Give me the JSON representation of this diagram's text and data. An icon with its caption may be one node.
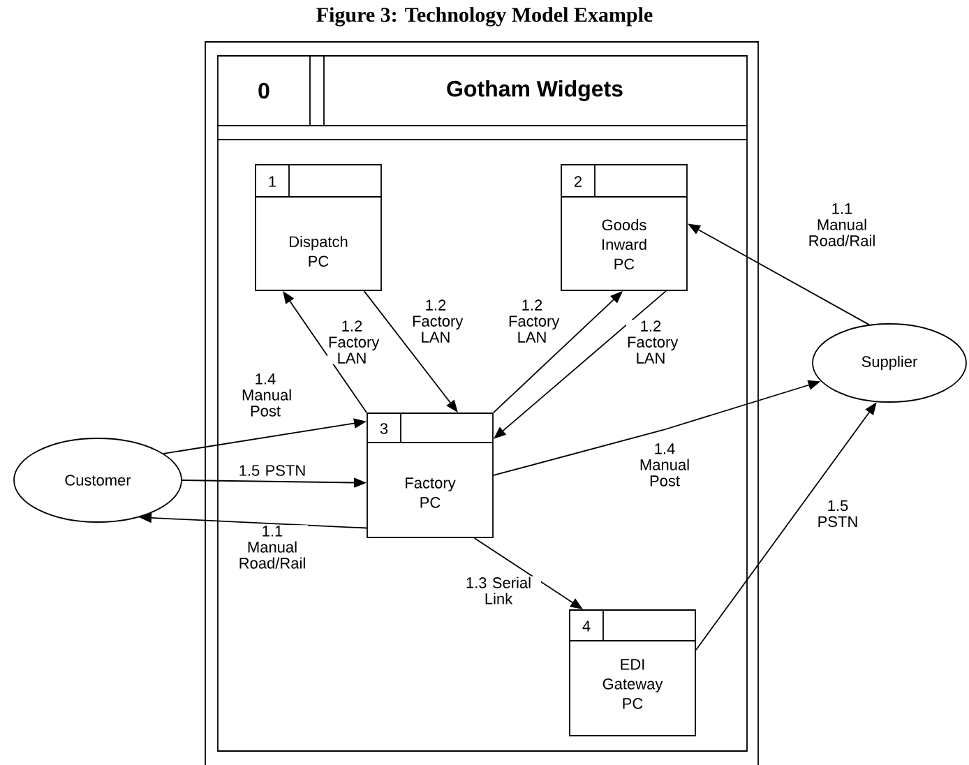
{
  "diagram": {
    "title": "Figure 3: Technology Model Example",
    "nodes": [
      {
        "text": [
          "0",
          "Gotham Widgets"
        ]
      },
      {
        "text": [
          "1",
          "Dispatch PC"
        ],
        "in": 0
      },
      {
        "text": [
          "2",
          "Goods Inward PC"
        ],
        "in": 0
      },
      {
        "text": [
          "3",
          "Factory PC"
        ],
        "in": 0
      },
      {
        "text": [
          "4",
          "EDI Gateway PC"
        ],
        "in": 0
      },
      {
        "text": [
          "Customer"
        ]
      },
      {
        "text": [
          "Supplier"
        ]
      }
    ],
    "edges": [
      {
        "from": 3,
        "to": 1,
        "arrow": "to",
        "label": "1.2 Factory LAN"
      },
      {
        "from": 1,
        "to": 3,
        "arrow": "to",
        "label": "1.2 Factory LAN"
      },
      {
        "from": 3,
        "to": 2,
        "arrow": "to",
        "label": "1.2 Factory LAN"
      },
      {
        "from": 2,
        "to": 3,
        "arrow": "to",
        "label": "1.2 Factory LAN"
      },
      {
        "from": 5,
        "to": 3,
        "arrow": "to",
        "label": "1.4 Manual Post"
      },
      {
        "from": 5,
        "to": 3,
        "arrow": "to",
        "label": "1.5 PSTN"
      },
      {
        "from": 3,
        "to": 5,
        "arrow": "to",
        "label": "1.1 Manual Road/Rail"
      },
      {
        "from": 3,
        "to": 6,
        "arrow": "to",
        "label": "1.4 Manual Post"
      },
      {
        "from": 6,
        "to": 2,
        "arrow": "to",
        "label": "1.1 Manual Road/Rail"
      },
      {
        "from": 3,
        "to": 4,
        "arrow": "to",
        "label": "1.3 Serial Link"
      },
      {
        "from": 4,
        "to": 6,
        "arrow": "to",
        "label": "1.5 PSTN"
      }
    ]
  }
}
